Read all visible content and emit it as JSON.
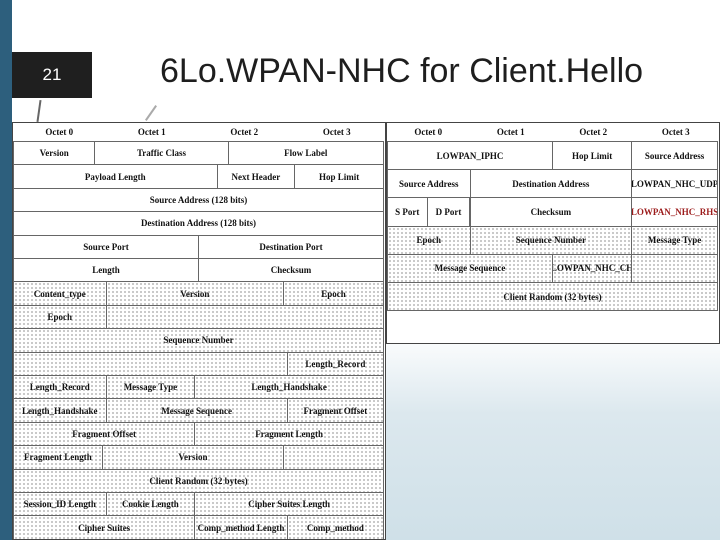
{
  "slide": {
    "number": "21",
    "title": "6Lo.WPAN-NHC for Client.Hello"
  },
  "colors": {
    "left_bar": "#2d5f7d",
    "number_tab": "#1f1f1f",
    "highlight_text": "#9c1c1c"
  },
  "left_diagram": {
    "octets": [
      "Octet 0",
      "Octet 1",
      "Octet 2",
      "Octet 3"
    ],
    "rows": [
      [
        {
          "t": "Version",
          "s": 0,
          "e": 0.22
        },
        {
          "t": "Traffic Class",
          "s": 0.22,
          "e": 0.58
        },
        {
          "t": "Flow Label",
          "s": 0.58,
          "e": 1
        }
      ],
      [
        {
          "t": "Payload Length",
          "s": 0,
          "e": 0.55
        },
        {
          "t": "Next Header",
          "s": 0.55,
          "e": 0.76
        },
        {
          "t": "Hop Limit",
          "s": 0.76,
          "e": 1
        }
      ],
      [
        {
          "t": "Source Address (128 bits)",
          "s": 0,
          "e": 1
        }
      ],
      [
        {
          "t": "Destination Address (128 bits)",
          "s": 0,
          "e": 1
        }
      ],
      [
        {
          "t": "Source Port",
          "s": 0,
          "e": 0.5
        },
        {
          "t": "Destination Port",
          "s": 0.5,
          "e": 1
        }
      ],
      [
        {
          "t": "Length",
          "s": 0,
          "e": 0.5
        },
        {
          "t": "Checksum",
          "s": 0.5,
          "e": 1
        }
      ],
      [
        {
          "t": "Content_type",
          "s": 0,
          "e": 0.25,
          "d": 1
        },
        {
          "t": "Version",
          "s": 0.25,
          "e": 0.73,
          "d": 1
        },
        {
          "t": "Epoch",
          "s": 0.73,
          "e": 1,
          "d": 1
        }
      ],
      [
        {
          "t": "Epoch",
          "s": 0,
          "e": 0.25,
          "d": 1
        },
        {
          "t": "",
          "s": 0.25,
          "e": 1,
          "d": 1
        }
      ],
      [
        {
          "t": "Sequence Number",
          "s": 0,
          "e": 1,
          "d": 1
        }
      ],
      [
        {
          "t": "",
          "s": 0,
          "e": 0.74,
          "d": 1
        },
        {
          "t": "Length_Record",
          "s": 0.74,
          "e": 1,
          "d": 1
        }
      ],
      [
        {
          "t": "Length_Record",
          "s": 0,
          "e": 0.25,
          "d": 1
        },
        {
          "t": "Message Type",
          "s": 0.25,
          "e": 0.49,
          "d": 1
        },
        {
          "t": "Length_Handshake",
          "s": 0.49,
          "e": 1,
          "d": 1
        }
      ],
      [
        {
          "t": "Length_Handshake",
          "s": 0,
          "e": 0.25,
          "d": 1
        },
        {
          "t": "Message Sequence",
          "s": 0.25,
          "e": 0.74,
          "d": 1
        },
        {
          "t": "Fragment Offset",
          "s": 0.74,
          "e": 1,
          "d": 1
        }
      ],
      [
        {
          "t": "Fragment Offset",
          "s": 0,
          "e": 0.49,
          "d": 1
        },
        {
          "t": "Fragment Length",
          "s": 0.49,
          "e": 1,
          "d": 1
        }
      ],
      [
        {
          "t": "Fragment Length",
          "s": 0,
          "e": 0.24,
          "d": 1
        },
        {
          "t": "Version",
          "s": 0.24,
          "e": 0.73,
          "d": 1
        },
        {
          "t": "",
          "s": 0.73,
          "e": 1,
          "d": 1
        }
      ],
      [
        {
          "t": "Client Random (32 bytes)",
          "s": 0,
          "e": 1,
          "d": 1
        }
      ],
      [
        {
          "t": "Session_ID Length",
          "s": 0,
          "e": 0.25,
          "d": 1
        },
        {
          "t": "Cookie Length",
          "s": 0.25,
          "e": 0.49,
          "d": 1
        },
        {
          "t": "Cipher Suites Length",
          "s": 0.49,
          "e": 1,
          "d": 1
        }
      ],
      [
        {
          "t": "Cipher Suites",
          "s": 0,
          "e": 0.49,
          "d": 1
        },
        {
          "t": "Comp_method Length",
          "s": 0.49,
          "e": 0.74,
          "d": 1
        },
        {
          "t": "Comp_method",
          "s": 0.74,
          "e": 1,
          "d": 1
        }
      ]
    ]
  },
  "right_diagram": {
    "octets": [
      "Octet 0",
      "Octet 1",
      "Octet 2",
      "Octet 3"
    ],
    "rows": [
      [
        {
          "t": "LOWPAN_IPHC",
          "s": 0,
          "e": 0.5
        },
        {
          "t": "Hop Limit",
          "s": 0.5,
          "e": 0.74
        },
        {
          "t": "Source Address",
          "s": 0.74,
          "e": 1
        }
      ],
      [
        {
          "t": "Source Address",
          "s": 0,
          "e": 0.25
        },
        {
          "t": "Destination Address",
          "s": 0.25,
          "e": 0.74
        },
        {
          "t": "LOWPAN_NHC_UDP",
          "s": 0.74,
          "e": 1
        }
      ],
      [
        {
          "t": "S Port",
          "s": 0,
          "e": 0.12
        },
        {
          "t": "D Port",
          "s": 0.12,
          "e": 0.25
        },
        {
          "t": "Checksum",
          "s": 0.25,
          "e": 0.74
        },
        {
          "t": "LOWPAN_NHC_RHS",
          "s": 0.74,
          "e": 1,
          "h": 1
        }
      ],
      [
        {
          "t": "Epoch",
          "s": 0,
          "e": 0.25,
          "d": 1
        },
        {
          "t": "Sequence Number",
          "s": 0.25,
          "e": 0.74,
          "d": 1
        },
        {
          "t": "Message Type",
          "s": 0.74,
          "e": 1,
          "d": 1
        }
      ],
      [
        {
          "t": "Message Sequence",
          "s": 0,
          "e": 0.5,
          "d": 1
        },
        {
          "t": "LOWPAN_NHC_CH",
          "s": 0.5,
          "e": 0.74,
          "d": 1
        },
        {
          "t": "",
          "s": 0.74,
          "e": 1,
          "d": 1
        }
      ],
      [
        {
          "t": "Client Random (32 bytes)",
          "s": 0,
          "e": 1,
          "d": 1
        }
      ]
    ]
  }
}
